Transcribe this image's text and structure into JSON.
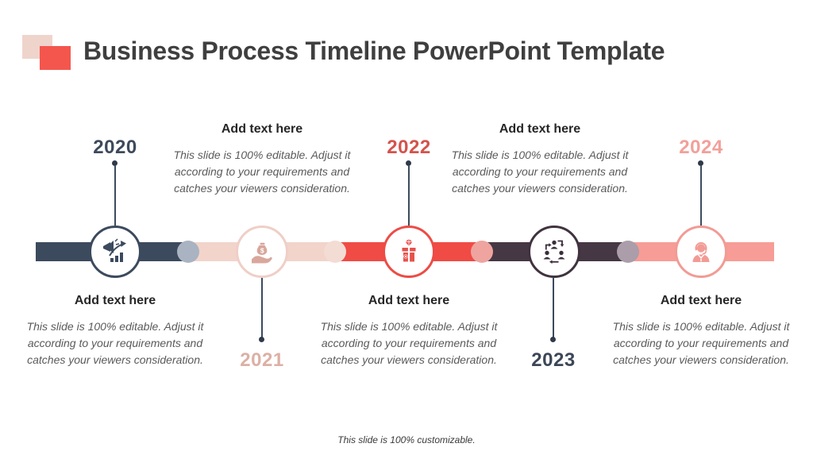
{
  "slide": {
    "title": "Business Process Timeline PowerPoint Template",
    "footer_note": "This slide is 100% customizable.",
    "logo": {
      "back_color": "#EFD4CC",
      "front_color": "#F4564E"
    }
  },
  "palette": {
    "navy": "#3C4A5E",
    "blush": "#F2D4CB",
    "red": "#F04B45",
    "plum": "#463744",
    "salmon": "#F79C96",
    "year_2020": "#3D4A5C",
    "year_2021": "#DCB0A5",
    "year_2022": "#D4534C",
    "year_2023": "#3C4656",
    "year_2024": "#F2A09A",
    "heading_text": "#262626",
    "body_text": "#5A5A5A",
    "title_text": "#3F3F3F"
  },
  "milestones": [
    {
      "year": "2020",
      "heading": "Add text here",
      "body": "This slide is 100% editable. Adjust it according to your requirements and catches your viewers consideration.",
      "icon": "megaphone-growth-icon",
      "text_position": "below",
      "accent": "#3C4A5E"
    },
    {
      "year": "2021",
      "heading": "Add text here",
      "body": "This slide is 100% editable. Adjust it according to your requirements and catches your viewers consideration.",
      "icon": "money-in-hand-icon",
      "text_position": "above",
      "accent": "#F2D4CB"
    },
    {
      "year": "2022",
      "heading": "Add text here",
      "body": "This slide is 100% editable. Adjust it according to your requirements and catches your viewers consideration.",
      "icon": "gift-box-icon",
      "text_position": "below",
      "accent": "#F04B45"
    },
    {
      "year": "2023",
      "heading": "Add text here",
      "body": "This slide is 100% editable. Adjust it according to your requirements and catches your viewers consideration.",
      "icon": "team-cycle-icon",
      "text_position": "above",
      "accent": "#463744"
    },
    {
      "year": "2024",
      "heading": "Add text here",
      "body": "This slide is 100% editable. Adjust it according to your requirements and catches your viewers consideration.",
      "icon": "support-agent-icon",
      "text_position": "below",
      "accent": "#F79C96"
    }
  ]
}
